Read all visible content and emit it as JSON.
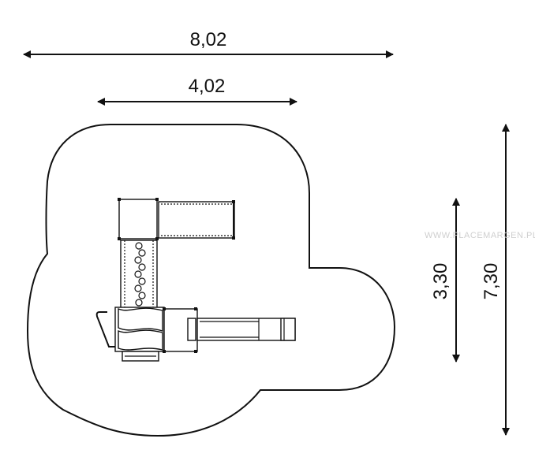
{
  "dimensions": {
    "total_width": "8,02",
    "structure_width": "4,02",
    "structure_depth": "3,30",
    "total_depth": "7,30"
  },
  "watermark": "WWW.PLACEMARGEN.PL",
  "icons": {
    "arrow": "double-headed-arrow-icon",
    "slide": "slide-icon",
    "climbing_wall": "climbing-wall-icon",
    "platform": "platform-icon"
  }
}
